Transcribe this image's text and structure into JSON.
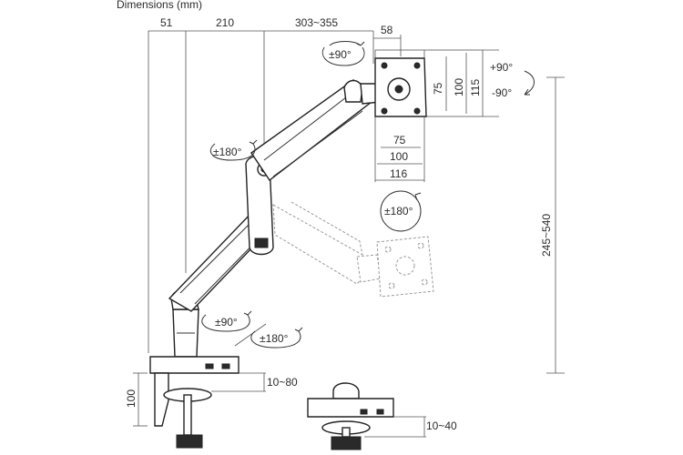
{
  "title": "Dimensions (mm)",
  "top_dims": {
    "a": "51",
    "b": "210",
    "c": "303~355",
    "d": "58"
  },
  "vesa": {
    "h1": "75",
    "h2": "100",
    "h3": "116",
    "v1": "75",
    "v2": "100",
    "v3": "115"
  },
  "rotations": {
    "head_swivel": "±90°",
    "tilt_up": "+90°",
    "tilt_down": "-90°",
    "joint_swivel": "±180°",
    "head_rotate": "±180°",
    "base_swivel": "±90°",
    "arm_swivel": "±180°"
  },
  "height_range": "245~540",
  "clamp_height": "100",
  "clamp_range": "10~80",
  "grommet_range": "10~40"
}
